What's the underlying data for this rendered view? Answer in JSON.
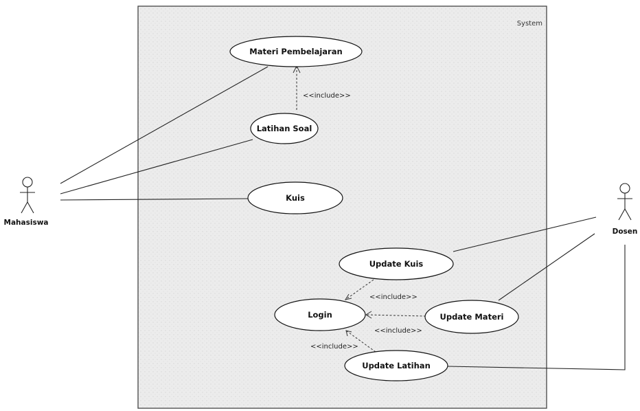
{
  "system": {
    "label": "System"
  },
  "actors": {
    "mahasiswa": "Mahasiswa",
    "dosen": "Dosen"
  },
  "use_cases": {
    "materi_pembelajaran": "Materi Pembelajaran",
    "latihan_soal": "Latihan Soal",
    "kuis": "Kuis",
    "update_kuis": "Update Kuis",
    "login": "Login",
    "update_materi": "Update Materi",
    "update_latihan": "Update Latihan"
  },
  "relations": {
    "include_latihan_materi": "<<include>>",
    "include_kuis_login": "<<include>>",
    "include_materi_login": "<<include>>",
    "include_latihan_login": "<<include>>"
  }
}
